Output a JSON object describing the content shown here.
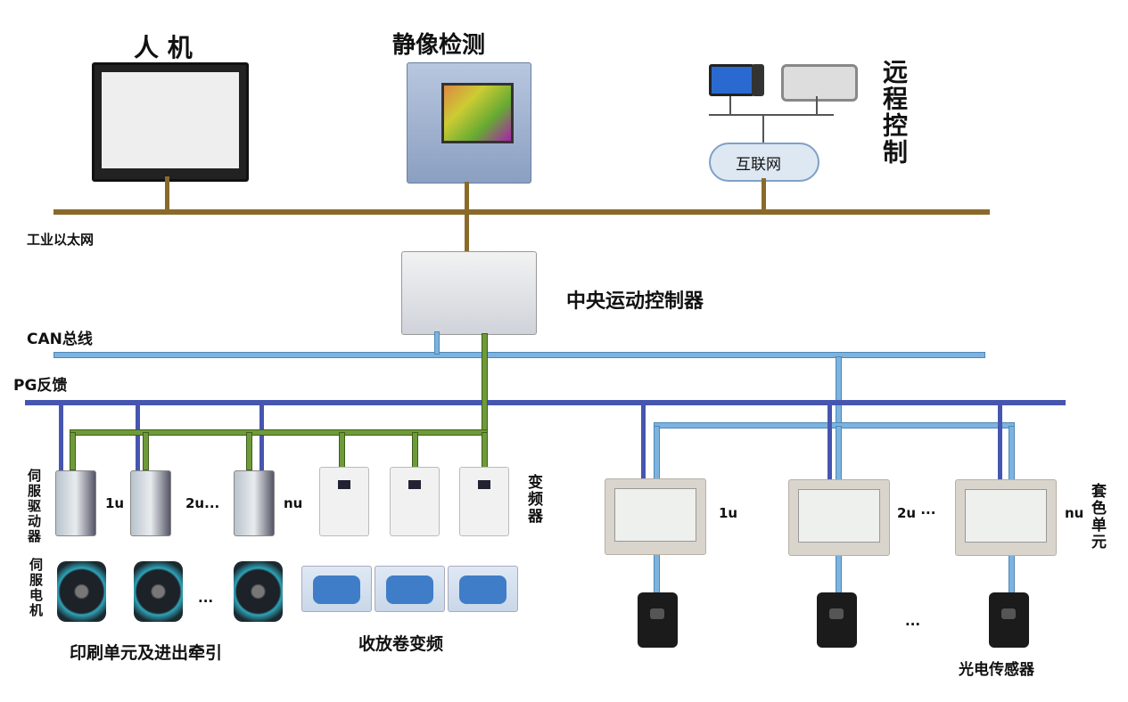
{
  "top": {
    "hmi_title": "人 机",
    "vision_title": "静像检测",
    "remote_title": "远程控制",
    "internet_label": "互联网"
  },
  "buses": {
    "ethernet": "工业以太网",
    "can": "CAN总线",
    "pg": "PG反馈"
  },
  "controller_label": "中央运动控制器",
  "servo": {
    "drive_label": "伺服驱动器",
    "motor_label": "伺服电机",
    "units": [
      "1u",
      "2u...",
      "nu"
    ],
    "ellipsis": "...",
    "group_label": "印刷单元及进出牵引"
  },
  "inverter": {
    "label": "变频器",
    "group_label": "收放卷变频"
  },
  "register": {
    "units": [
      "1u",
      "2u ···",
      "nu"
    ],
    "label": "套色单元",
    "sensor_label": "光电传感器",
    "ellipsis": "..."
  },
  "colors": {
    "ethernet": "#8a6a2a",
    "can": "#7db3de",
    "pg": "#4656b0",
    "green": "#6f9a3a"
  }
}
